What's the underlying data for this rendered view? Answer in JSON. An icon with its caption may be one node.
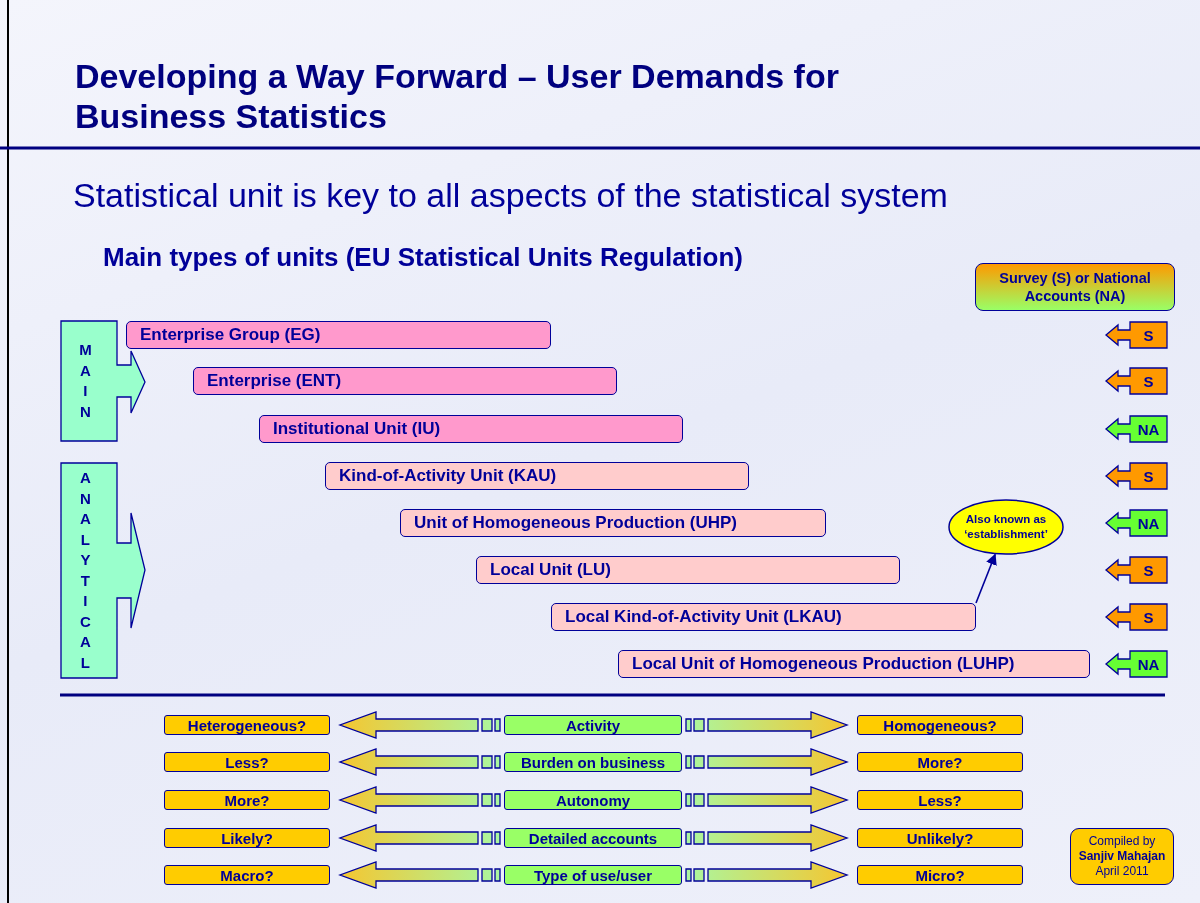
{
  "diagram": {
    "title": "Developing a Way Forward – User Demands for Business Statistics",
    "nodes": [
      {
        "text": [
          "Survey (S) or National Accounts (NA)"
        ]
      },
      {
        "text": [
          "MAIN"
        ]
      },
      {
        "text": [
          "ANALYTICAL"
        ]
      },
      {
        "text": [
          "Enterprise Group (EG)"
        ]
      },
      {
        "text": [
          "Enterprise (ENT)"
        ]
      },
      {
        "text": [
          "Institutional Unit (IU)"
        ]
      },
      {
        "text": [
          "Kind-of-Activity Unit (KAU)"
        ]
      },
      {
        "text": [
          "Unit of Homogeneous Production (UHP)"
        ]
      },
      {
        "text": [
          "Local Unit (LU)"
        ]
      },
      {
        "text": [
          "Local Kind-of-Activity Unit (LKAU)"
        ]
      },
      {
        "text": [
          "Local Unit of Homogeneous Production (LUHP)"
        ]
      },
      {
        "text": [
          "S"
        ]
      },
      {
        "text": [
          "S"
        ]
      },
      {
        "text": [
          "NA"
        ]
      },
      {
        "text": [
          "S"
        ]
      },
      {
        "text": [
          "NA"
        ]
      },
      {
        "text": [
          "S"
        ]
      },
      {
        "text": [
          "S"
        ]
      },
      {
        "text": [
          "NA"
        ]
      },
      {
        "text": [
          "Also known as ‘establishment’"
        ]
      },
      {
        "text": [
          "Heterogeneous?"
        ]
      },
      {
        "text": [
          "Activity"
        ]
      },
      {
        "text": [
          "Homogeneous?"
        ]
      },
      {
        "text": [
          "Less?"
        ]
      },
      {
        "text": [
          "Burden on business"
        ]
      },
      {
        "text": [
          "More?"
        ]
      },
      {
        "text": [
          "More?"
        ]
      },
      {
        "text": [
          "Autonomy"
        ]
      },
      {
        "text": [
          "Less?"
        ]
      },
      {
        "text": [
          "Likely?"
        ]
      },
      {
        "text": [
          "Detailed accounts"
        ]
      },
      {
        "text": [
          "Unlikely?"
        ]
      },
      {
        "text": [
          "Macro?"
        ]
      },
      {
        "text": [
          "Type of use/user"
        ]
      },
      {
        "text": [
          "Micro?"
        ]
      },
      {
        "text": [
          "Compiled by **Sanjiv Mahajan** April 2011"
        ]
      }
    ],
    "edges": [
      {
        "from": 9,
        "to": 19,
        "arrow": "to"
      },
      {
        "from": 21,
        "to": 20,
        "arrow": "to",
        "style": "thick"
      },
      {
        "from": 21,
        "to": 22,
        "arrow": "to",
        "style": "thick"
      },
      {
        "from": 24,
        "to": 23,
        "arrow": "to",
        "style": "thick"
      },
      {
        "from": 24,
        "to": 25,
        "arrow": "to",
        "style": "thick"
      },
      {
        "from": 27,
        "to": 26,
        "arrow": "to",
        "style": "thick"
      },
      {
        "from": 27,
        "to": 28,
        "arrow": "to",
        "style": "thick"
      },
      {
        "from": 30,
        "to": 29,
        "arrow": "to",
        "style": "thick"
      },
      {
        "from": 30,
        "to": 31,
        "arrow": "to",
        "style": "thick"
      },
      {
        "from": 33,
        "to": 32,
        "arrow": "to",
        "style": "thick"
      },
      {
        "from": 33,
        "to": 34,
        "arrow": "to",
        "style": "thick"
      }
    ],
    "labels": [
      "Statistical unit is key to all aspects of the statistical system",
      "Main types of units (EU Statistical Units Regulation)"
    ]
  }
}
